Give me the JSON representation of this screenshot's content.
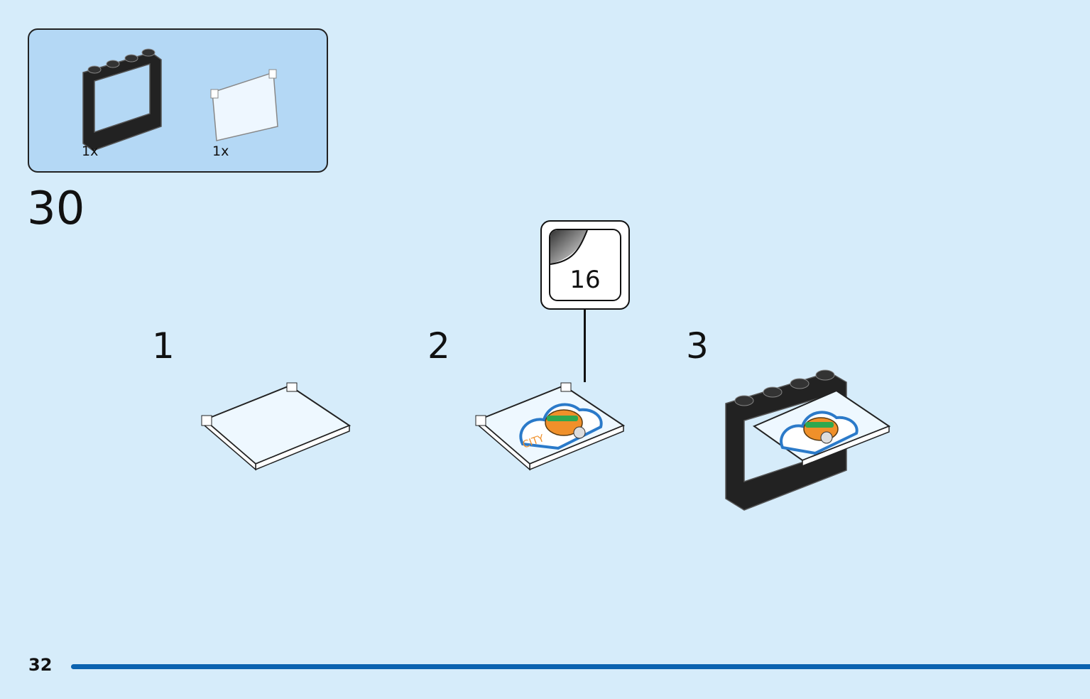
{
  "parts": [
    {
      "name": "window frame",
      "qty": "1x"
    },
    {
      "name": "window glass",
      "qty": "1x"
    }
  ],
  "step": "30",
  "substeps": [
    "1",
    "2",
    "3"
  ],
  "sticker": {
    "number": "16"
  },
  "page_number": "32",
  "colors": {
    "background": "#d6ecfa",
    "parts_box": "#b4d8f5",
    "progress_bar": "#0b63b0",
    "sticker_orange": "#f0902a",
    "sticker_blue": "#2b7ac9"
  }
}
